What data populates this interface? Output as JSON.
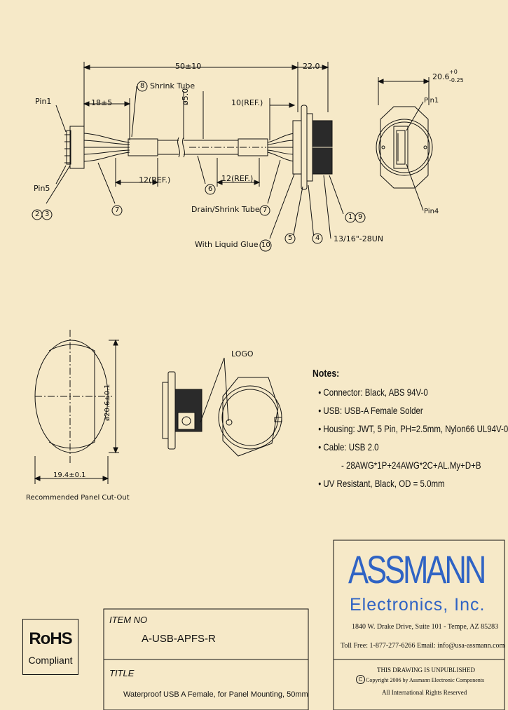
{
  "top_drawing": {
    "dim_overall": "50±10",
    "dim_right": "22.0",
    "dim_left": "18±5",
    "dim_dia_od": "ø5.0",
    "dim_ref_top": "10(REF.)",
    "dim_ref_left": "12(REF.)",
    "dim_ref_right": "12(REF.)",
    "pin1": "Pin1",
    "pin5": "Pin5",
    "shrink_tube": "Shrink Tube",
    "drain_shrink": "Drain/Shrink Tube",
    "liquid_glue": "With Liquid Glue",
    "thread": "13/16\"-28UN",
    "end_dim": "20.6",
    "end_tol_plus": "+0",
    "end_tol_minus": "-0.25",
    "end_pin1": "Pin1",
    "end_pin4": "Pin4",
    "balloons": {
      "b8": "8",
      "b6": "6",
      "b7a": "7",
      "b7b": "7",
      "b2": "2",
      "b3": "3",
      "b1": "1",
      "b9": "9",
      "b10": "10",
      "b5": "5",
      "b4": "4"
    }
  },
  "cutout": {
    "dim_width": "19.4±0.1",
    "dim_height": "ø20.6±0.1",
    "caption": "Recommended Panel Cut-Out"
  },
  "mid_drawing": {
    "logo_label": "LOGO"
  },
  "notes": {
    "heading": "Notes:",
    "lines": [
      "• Connector: Black, ABS 94V-0",
      "• USB: USB-A Female Solder",
      "• Housing: JWT, 5 Pin, PH=2.5mm, Nylon66 UL94V-0",
      "• Cable: USB 2.0",
      "- 28AWG*1P+24AWG*2C+AL.My+D+B",
      "• UV Resistant, Black, OD = 5.0mm"
    ]
  },
  "rohs": {
    "line1": "RoHS",
    "line2": "Compliant"
  },
  "title_block": {
    "item_no_label": "ITEM NO",
    "item_no": "A-USB-APFS-R",
    "title_label": "TITLE",
    "title": "Waterproof USB A Female, for Panel Mounting, 50mm"
  },
  "company": {
    "name": "ASSMANN",
    "sub": "Electronics, Inc.",
    "address": "1840 W. Drake Drive, Suite 101 - Tempe, AZ 85283",
    "contact": "Toll Free: 1-877-277-6266   Email: info@usa-assmann.com",
    "unpublished": "THIS DRAWING IS UNPUBLISHED",
    "copyright": "Copyright 2006 by Assmann Electronic Components",
    "rights": "All International Rights Reserved",
    "copyright_symbol": "C",
    "brand_color": "#2f63c4"
  }
}
